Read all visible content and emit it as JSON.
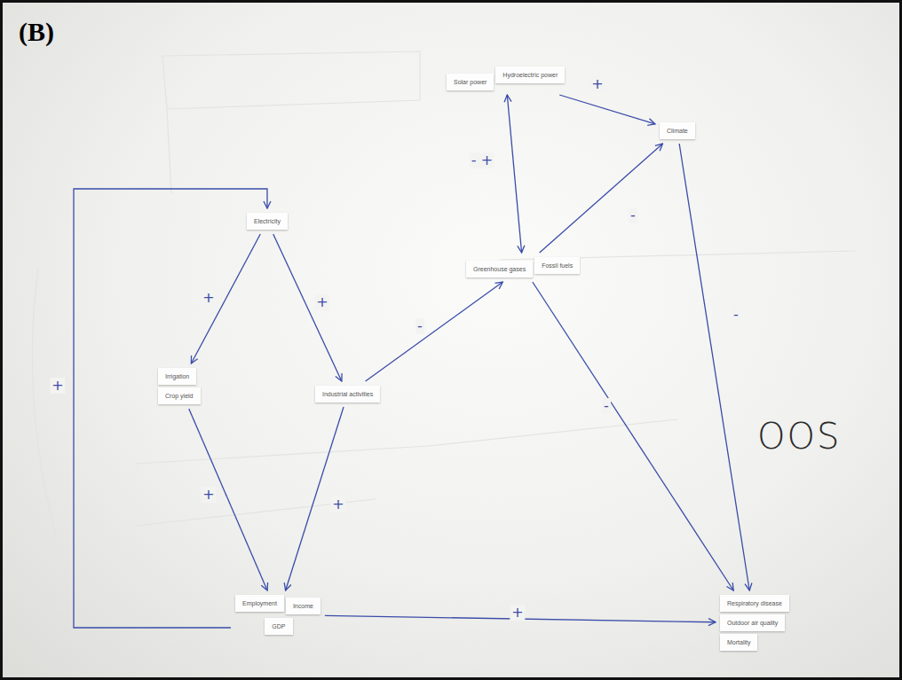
{
  "diagram": {
    "nodes": [
      {
        "text": [
          "Solar power",
          "Hydroelectric power"
        ]
      },
      {
        "text": [
          "Climate"
        ]
      },
      {
        "text": [
          "Electricity"
        ]
      },
      {
        "text": [
          "Greenhouse gases",
          "Fossil fuels"
        ]
      },
      {
        "text": [
          "Irrigation",
          "Crop yield"
        ]
      },
      {
        "text": [
          "Industrial activities"
        ]
      },
      {
        "text": [
          "Employment",
          "Income",
          "GDP"
        ]
      },
      {
        "text": [
          "Respiratory disease",
          "Outdoor air quality",
          "Mortality"
        ]
      }
    ],
    "edges": [
      {
        "from": 0,
        "to": 1,
        "arrow": "to",
        "label": "+"
      },
      {
        "from": 0,
        "to": 3,
        "arrow": "both",
        "label": "- +"
      },
      {
        "from": 3,
        "to": 1,
        "arrow": "to",
        "label": "-"
      },
      {
        "from": 1,
        "to": 7,
        "arrow": "to",
        "label": "-"
      },
      {
        "from": 3,
        "to": 7,
        "arrow": "to",
        "label": "-"
      },
      {
        "from": 2,
        "to": 4,
        "arrow": "to",
        "label": "+"
      },
      {
        "from": 2,
        "to": 5,
        "arrow": "to",
        "label": "+"
      },
      {
        "from": 5,
        "to": 3,
        "arrow": "to",
        "label": "-"
      },
      {
        "from": 4,
        "to": 6,
        "arrow": "to",
        "label": "+"
      },
      {
        "from": 5,
        "to": 6,
        "arrow": "to",
        "label": "+"
      },
      {
        "from": 6,
        "to": 7,
        "arrow": "to",
        "label": "+"
      },
      {
        "from": 6,
        "to": 2,
        "arrow": "to",
        "label": "+"
      }
    ],
    "labels": [
      "(B)",
      "OOS"
    ]
  }
}
